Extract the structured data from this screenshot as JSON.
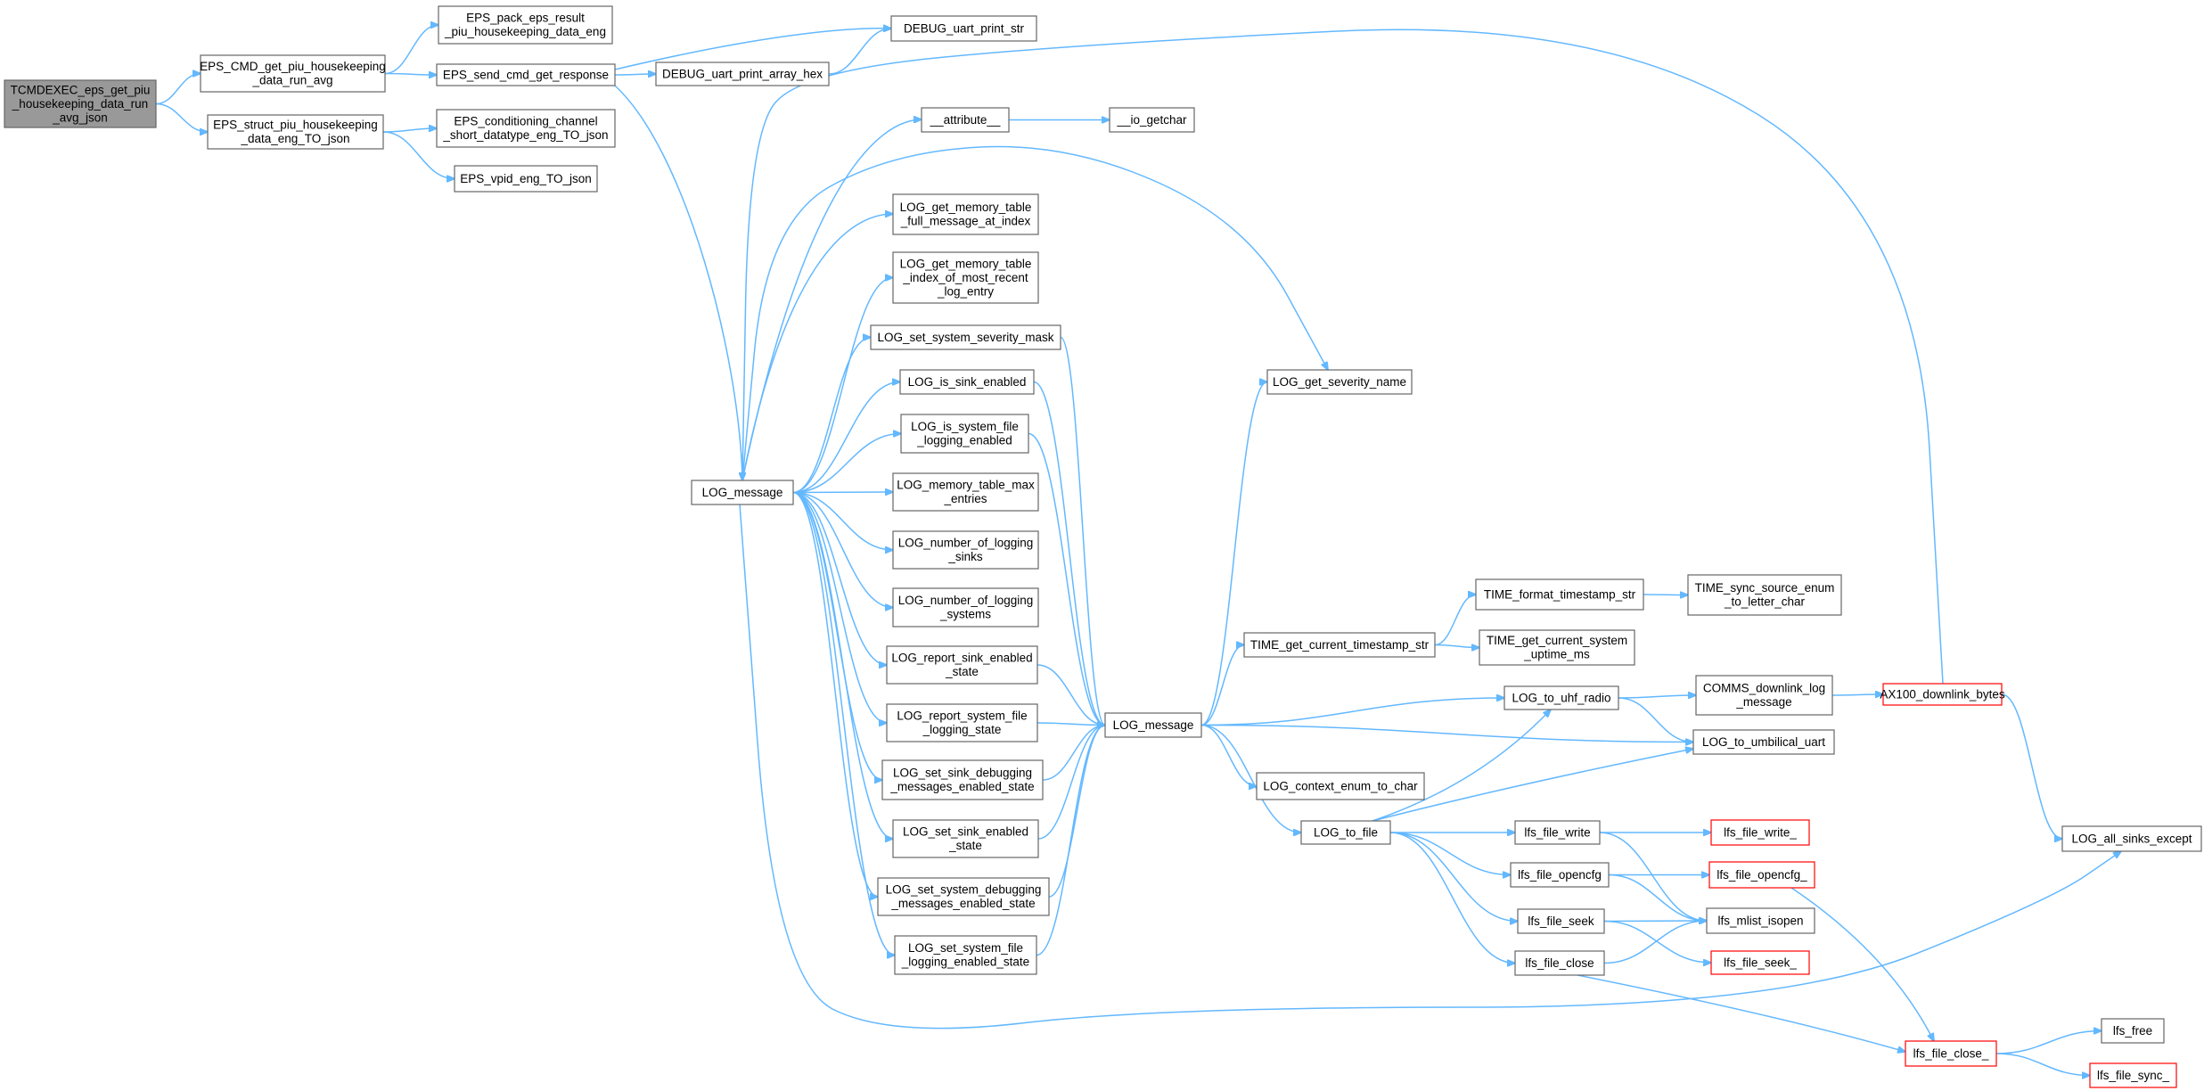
{
  "diagram": {
    "type": "call-graph",
    "colors": {
      "edge": "#63b8ff",
      "root_fill": "#999999",
      "node_border": "#666666",
      "truncated_border": "#ff0000"
    },
    "nodes": [
      {
        "id": "n0",
        "lines": [
          "TCMDEXEC_eps_get_piu",
          "_housekeeping_data_run",
          "_avg_json"
        ],
        "style": "root"
      },
      {
        "id": "n1",
        "lines": [
          "EPS_CMD_get_piu_housekeeping",
          "_data_run_avg"
        ]
      },
      {
        "id": "n2",
        "lines": [
          "EPS_struct_piu_housekeeping",
          "_data_eng_TO_json"
        ]
      },
      {
        "id": "n3",
        "lines": [
          "EPS_pack_eps_result",
          "_piu_housekeeping_data_eng"
        ]
      },
      {
        "id": "n4",
        "lines": [
          "EPS_send_cmd_get_response"
        ]
      },
      {
        "id": "n5",
        "lines": [
          "EPS_conditioning_channel",
          "_short_datatype_eng_TO_json"
        ]
      },
      {
        "id": "n6",
        "lines": [
          "EPS_vpid_eng_TO_json"
        ]
      },
      {
        "id": "n7",
        "lines": [
          "DEBUG_uart_print_str"
        ]
      },
      {
        "id": "n8",
        "lines": [
          "DEBUG_uart_print_array_hex"
        ]
      },
      {
        "id": "n9",
        "lines": [
          "LOG_message"
        ]
      },
      {
        "id": "n10",
        "lines": [
          "__attribute__"
        ]
      },
      {
        "id": "n11",
        "lines": [
          "__io_getchar"
        ]
      },
      {
        "id": "n12",
        "lines": [
          "LOG_get_memory_table",
          "_full_message_at_index"
        ]
      },
      {
        "id": "n13",
        "lines": [
          "LOG_get_memory_table",
          "_index_of_most_recent",
          "_log_entry"
        ]
      },
      {
        "id": "n14",
        "lines": [
          "LOG_set_system_severity_mask"
        ]
      },
      {
        "id": "n15",
        "lines": [
          "LOG_is_sink_enabled"
        ]
      },
      {
        "id": "n16",
        "lines": [
          "LOG_is_system_file",
          "_logging_enabled"
        ]
      },
      {
        "id": "n17",
        "lines": [
          "LOG_memory_table_max",
          "_entries"
        ]
      },
      {
        "id": "n18",
        "lines": [
          "LOG_number_of_logging",
          "_sinks"
        ]
      },
      {
        "id": "n19",
        "lines": [
          "LOG_number_of_logging",
          "_systems"
        ]
      },
      {
        "id": "n20",
        "lines": [
          "LOG_report_sink_enabled",
          "_state"
        ]
      },
      {
        "id": "n21",
        "lines": [
          "LOG_report_system_file",
          "_logging_state"
        ]
      },
      {
        "id": "n22",
        "lines": [
          "LOG_set_sink_debugging",
          "_messages_enabled_state"
        ]
      },
      {
        "id": "n23",
        "lines": [
          "LOG_set_sink_enabled",
          "_state"
        ]
      },
      {
        "id": "n24",
        "lines": [
          "LOG_set_system_debugging",
          "_messages_enabled_state"
        ]
      },
      {
        "id": "n25",
        "lines": [
          "LOG_set_system_file",
          "_logging_enabled_state"
        ]
      },
      {
        "id": "n26",
        "lines": [
          "LOG_message"
        ]
      },
      {
        "id": "n27",
        "lines": [
          "LOG_get_severity_name"
        ]
      },
      {
        "id": "n28",
        "lines": [
          "TIME_get_current_timestamp_str"
        ]
      },
      {
        "id": "n29",
        "lines": [
          "TIME_format_timestamp_str"
        ]
      },
      {
        "id": "n30",
        "lines": [
          "TIME_sync_source_enum",
          "_to_letter_char"
        ]
      },
      {
        "id": "n31",
        "lines": [
          "TIME_get_current_system",
          "_uptime_ms"
        ]
      },
      {
        "id": "n32",
        "lines": [
          "LOG_to_uhf_radio"
        ]
      },
      {
        "id": "n33",
        "lines": [
          "COMMS_downlink_log",
          "_message"
        ]
      },
      {
        "id": "n34",
        "lines": [
          "AX100_downlink_bytes"
        ],
        "style": "truncated"
      },
      {
        "id": "n35",
        "lines": [
          "LOG_to_umbilical_uart"
        ]
      },
      {
        "id": "n36",
        "lines": [
          "LOG_context_enum_to_char"
        ]
      },
      {
        "id": "n37",
        "lines": [
          "LOG_to_file"
        ]
      },
      {
        "id": "n38",
        "lines": [
          "LOG_all_sinks_except"
        ]
      },
      {
        "id": "n39",
        "lines": [
          "lfs_file_write"
        ]
      },
      {
        "id": "n40",
        "lines": [
          "lfs_file_write_"
        ],
        "style": "truncated"
      },
      {
        "id": "n41",
        "lines": [
          "lfs_file_opencfg"
        ]
      },
      {
        "id": "n42",
        "lines": [
          "lfs_file_opencfg_"
        ],
        "style": "truncated"
      },
      {
        "id": "n43",
        "lines": [
          "lfs_file_seek"
        ]
      },
      {
        "id": "n44",
        "lines": [
          "lfs_mlist_isopen"
        ]
      },
      {
        "id": "n45",
        "lines": [
          "lfs_file_seek_"
        ],
        "style": "truncated"
      },
      {
        "id": "n46",
        "lines": [
          "lfs_file_close"
        ]
      },
      {
        "id": "n47",
        "lines": [
          "lfs_file_close_"
        ],
        "style": "truncated"
      },
      {
        "id": "n48",
        "lines": [
          "lfs_free"
        ]
      },
      {
        "id": "n49",
        "lines": [
          "lfs_file_sync_"
        ],
        "style": "truncated"
      }
    ],
    "edges": [
      [
        "n0",
        "n1"
      ],
      [
        "n0",
        "n2"
      ],
      [
        "n1",
        "n3"
      ],
      [
        "n1",
        "n4"
      ],
      [
        "n2",
        "n5"
      ],
      [
        "n2",
        "n6"
      ],
      [
        "n4",
        "n7"
      ],
      [
        "n4",
        "n8"
      ],
      [
        "n4",
        "n9"
      ],
      [
        "n8",
        "n7"
      ],
      [
        "n9",
        "n10"
      ],
      [
        "n9",
        "n12"
      ],
      [
        "n9",
        "n13"
      ],
      [
        "n9",
        "n14"
      ],
      [
        "n9",
        "n15"
      ],
      [
        "n9",
        "n16"
      ],
      [
        "n9",
        "n17"
      ],
      [
        "n9",
        "n18"
      ],
      [
        "n9",
        "n19"
      ],
      [
        "n9",
        "n20"
      ],
      [
        "n9",
        "n21"
      ],
      [
        "n9",
        "n22"
      ],
      [
        "n9",
        "n23"
      ],
      [
        "n9",
        "n24"
      ],
      [
        "n9",
        "n25"
      ],
      [
        "n9",
        "n27"
      ],
      [
        "n9",
        "n38"
      ],
      [
        "n10",
        "n11"
      ],
      [
        "n14",
        "n26"
      ],
      [
        "n15",
        "n26"
      ],
      [
        "n16",
        "n26"
      ],
      [
        "n20",
        "n26"
      ],
      [
        "n21",
        "n26"
      ],
      [
        "n22",
        "n26"
      ],
      [
        "n23",
        "n26"
      ],
      [
        "n24",
        "n26"
      ],
      [
        "n25",
        "n26"
      ],
      [
        "n26",
        "n27"
      ],
      [
        "n26",
        "n28"
      ],
      [
        "n26",
        "n32"
      ],
      [
        "n26",
        "n35"
      ],
      [
        "n26",
        "n36"
      ],
      [
        "n26",
        "n37"
      ],
      [
        "n28",
        "n29"
      ],
      [
        "n28",
        "n31"
      ],
      [
        "n29",
        "n30"
      ],
      [
        "n32",
        "n33"
      ],
      [
        "n32",
        "n35"
      ],
      [
        "n33",
        "n34"
      ],
      [
        "n34",
        "n9"
      ],
      [
        "n34",
        "n38"
      ],
      [
        "n37",
        "n32"
      ],
      [
        "n37",
        "n35"
      ],
      [
        "n37",
        "n39"
      ],
      [
        "n37",
        "n41"
      ],
      [
        "n37",
        "n43"
      ],
      [
        "n37",
        "n46"
      ],
      [
        "n39",
        "n40"
      ],
      [
        "n39",
        "n44"
      ],
      [
        "n41",
        "n42"
      ],
      [
        "n41",
        "n44"
      ],
      [
        "n42",
        "n47"
      ],
      [
        "n43",
        "n44"
      ],
      [
        "n43",
        "n45"
      ],
      [
        "n46",
        "n44"
      ],
      [
        "n46",
        "n47"
      ],
      [
        "n47",
        "n48"
      ],
      [
        "n47",
        "n49"
      ]
    ]
  }
}
